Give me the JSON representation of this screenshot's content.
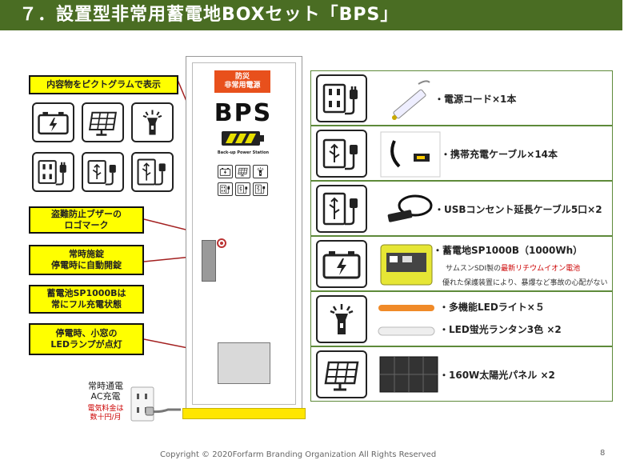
{
  "title": "７．設置型非常用蓄電地BOXセット「BPS」",
  "callouts": {
    "pictogram": "内容物をピクトグラムで表示",
    "buzzer": "盗難防止ブザーの\nロゴマーク",
    "lock": "常時施錠\n停電時に自動開錠",
    "charge": "蓄電池SP1000Bは\n常にフル充電状態",
    "led": "停電時、小窓の\nLEDランプが点灯"
  },
  "icons_left": [
    "battery-icon",
    "solar-panel-icon",
    "flashlight-icon",
    "power-outlet-icon",
    "usb-cable-icon",
    "usb-hub-icon"
  ],
  "cabinet": {
    "badge": "防災\n非常用電源",
    "logo": "BPS",
    "logo_sub": "Back-up Power Station"
  },
  "power_note": {
    "line1": "常時通電\nAC充電",
    "line2": "電気料金は\n数十円/月"
  },
  "items": [
    {
      "icon": "power-outlet-icon",
      "text": "・電源コード×1本"
    },
    {
      "icon": "usb-cable-icon",
      "text": "・携帯充電ケーブル×14本"
    },
    {
      "icon": "usb-hub-icon",
      "text": "・USBコンセント延長ケーブル5口×2"
    },
    {
      "icon": "battery-icon",
      "text": "・蓄電地SP1000B（1000Wh）",
      "sub1_prefix": "サムスンSDI製の",
      "sub1_red": "最新リチウムイオン電池",
      "sub2": "優れた保護装置により、暴爆など事故の心配がない"
    },
    {
      "icon": "flashlight-icon",
      "text": "・多機能LEDライト×５",
      "text2": "・LED蛍光ランタン3色 ×2"
    },
    {
      "icon": "solar-panel-icon",
      "text": "・160W太陽光パネル ×2"
    }
  ],
  "footer": "Copyright © 2020Forfarm Branding Organization All Rights Reserved",
  "page_number": "8",
  "colors": {
    "title_bg": "#4a6d23",
    "callout_bg": "#ffff00",
    "badge": "#e8501c",
    "row_border": "#5e8a3a",
    "arrow": "#a32020"
  }
}
